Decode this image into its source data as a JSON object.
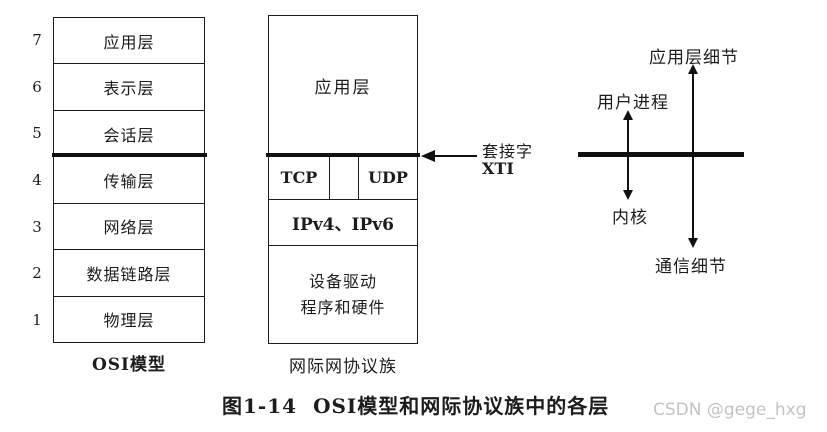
{
  "osi": {
    "caption": "OSI模型",
    "layers": [
      {
        "num": "7",
        "label": "应用层"
      },
      {
        "num": "6",
        "label": "表示层"
      },
      {
        "num": "5",
        "label": "会话层"
      },
      {
        "num": "4",
        "label": "传输层"
      },
      {
        "num": "3",
        "label": "网络层"
      },
      {
        "num": "2",
        "label": "数据链路层"
      },
      {
        "num": "1",
        "label": "物理层"
      }
    ]
  },
  "inet": {
    "caption": "网际网协议族",
    "app_layer": "应用层",
    "tcp": "TCP",
    "udp": "UDP",
    "ip": "IPv4、IPv6",
    "driver_line1": "设备驱动",
    "driver_line2": "程序和硬件"
  },
  "socket": {
    "label": "套接字",
    "sublabel": "XTI"
  },
  "right_diagram": {
    "top_label": "应用层细节",
    "user_label": "用户进程",
    "kernel_label": "内核",
    "bottom_label": "通信细节"
  },
  "figure_caption": {
    "number": "图1-14",
    "title": "OSI模型和网际协议族中的各层"
  },
  "watermark": {
    "text": "CSDN @gege_hxg",
    "color": "#c3c3c3"
  },
  "colors": {
    "line": "#111111",
    "text": "#1c1c1c",
    "background": "#ffffff"
  }
}
